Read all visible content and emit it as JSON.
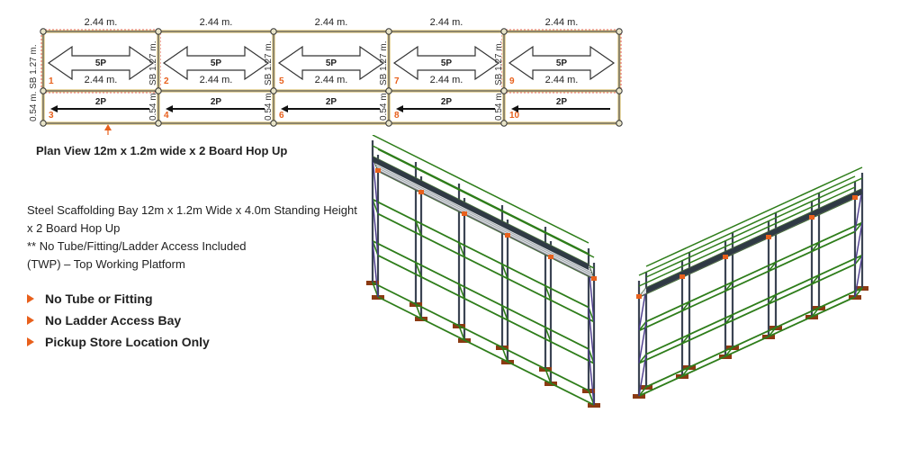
{
  "plan": {
    "bay_width_label": "2.44 m.",
    "side_labels": {
      "top": "0.54 m. SB 1.27 m."
    },
    "divider_label_top": "SB 1.27 m.",
    "divider_label_bottom": "0.54 m.",
    "bays": [
      {
        "main_num": "1",
        "hop_num": "3",
        "main_boards": "5P",
        "hop_boards": "2P",
        "dim": "2.44 m."
      },
      {
        "main_num": "2",
        "hop_num": "4",
        "main_boards": "5P",
        "hop_boards": "2P",
        "dim": "2.44 m."
      },
      {
        "main_num": "5",
        "hop_num": "6",
        "main_boards": "5P",
        "hop_boards": "2P",
        "dim": "2.44 m."
      },
      {
        "main_num": "7",
        "hop_num": "8",
        "main_boards": "5P",
        "hop_boards": "2P",
        "dim": "2.44 m."
      },
      {
        "main_num": "9",
        "hop_num": "10",
        "main_boards": "5P",
        "hop_boards": "2P",
        "dim": "2.44 m."
      }
    ],
    "title": "Plan View 12m x 1.2m wide x 2 Board Hop Up"
  },
  "description": {
    "line1": "Steel Scaffolding Bay 12m x 1.2m Wide x 4.0m Standing Height",
    "line2": "x 2 Board Hop Up",
    "line3": "** No Tube/Fitting/Ladder Access Included",
    "line4": "(TWP) – Top Working Platform"
  },
  "bullets": [
    "No Tube or Fitting",
    "No Ladder Access Bay",
    "Pickup Store Location Only"
  ],
  "colors": {
    "accent": "#e8601c",
    "frame_outer": "#e9d9a6",
    "ledger_green": "#2e7d1a",
    "standard_grey": "#3b4453",
    "brace_purple": "#4a3a8c",
    "board_grey": "#9aa0a6",
    "sole_brown": "#8b3a12"
  }
}
